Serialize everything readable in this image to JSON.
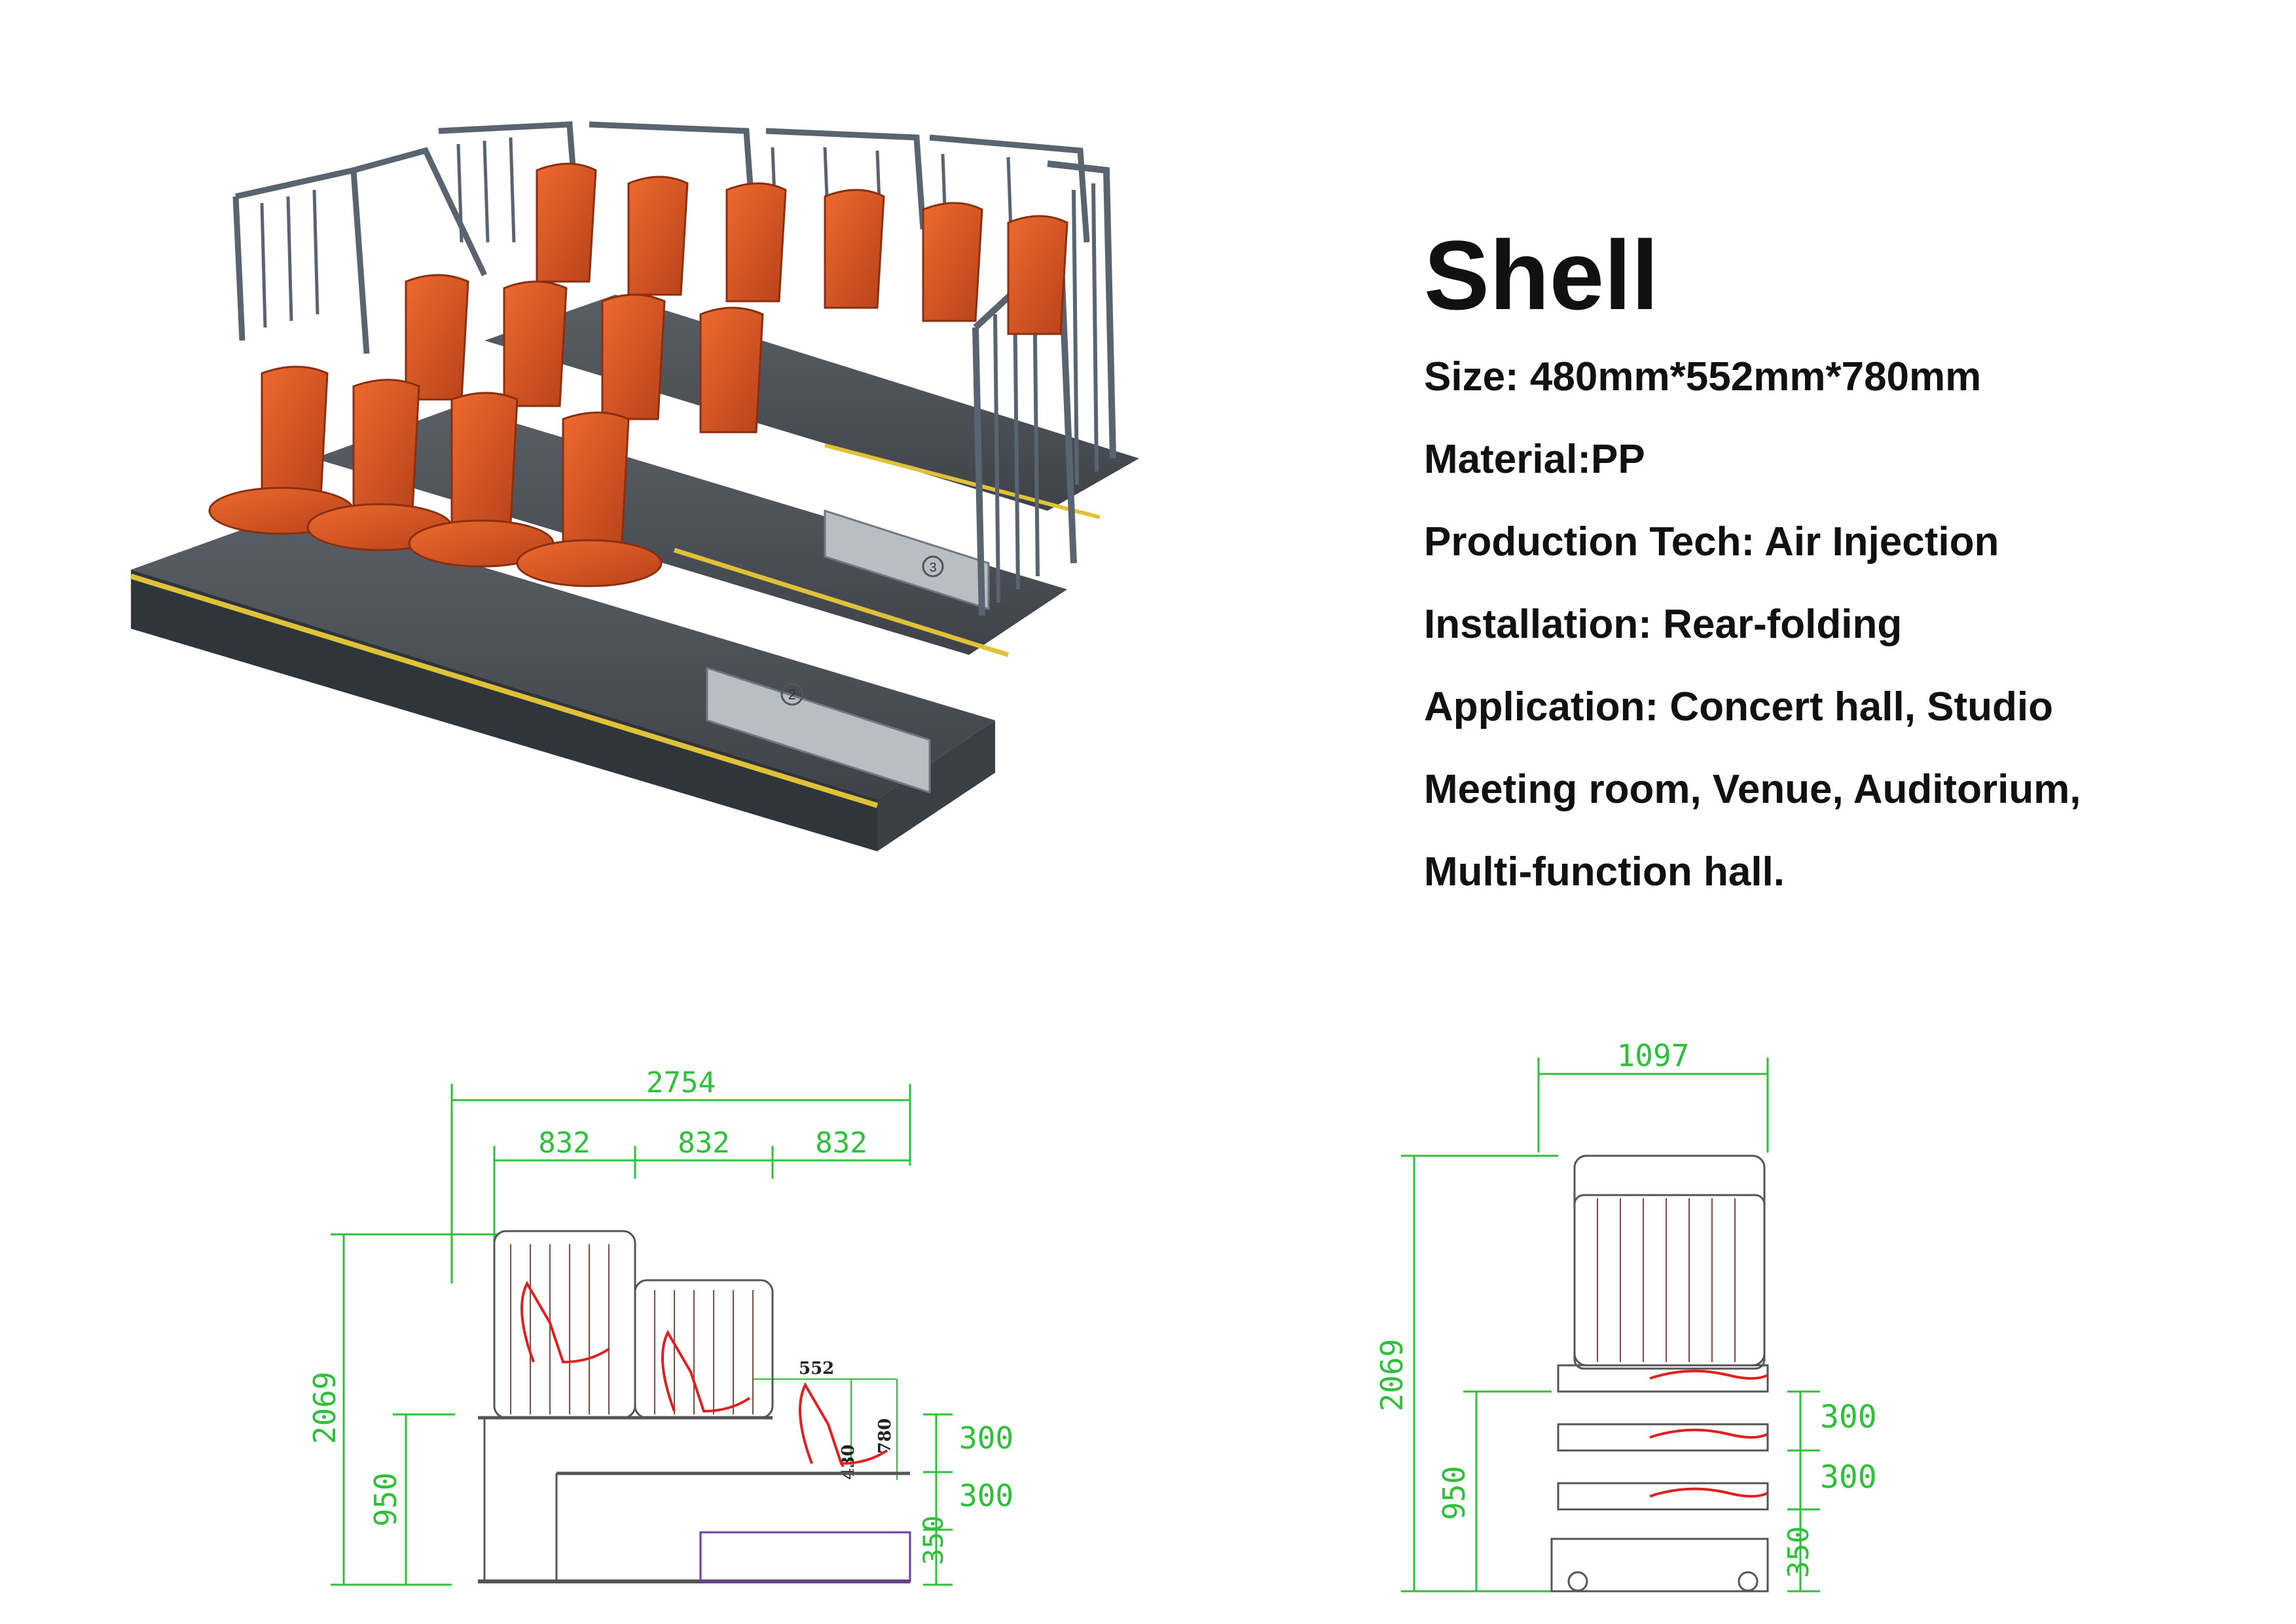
{
  "product": {
    "title": "Shell",
    "lines": [
      "Size: 480mm*552mm*780mm",
      "Material:PP",
      "Production Tech: Air Injection",
      "Installation: Rear-folding",
      "Application: Concert hall, Studio",
      "Meeting room, Venue, Auditorium,",
      "Multi-function hall."
    ]
  },
  "render": {
    "seat_color": "#d9531e",
    "frame_color": "#5a6470",
    "deck_color": "#4d5258",
    "stripe_color": "#e0c238",
    "box_labels": [
      "2",
      "3"
    ]
  },
  "side_view": {
    "total_width": "2754",
    "bay_widths": [
      "832",
      "832",
      "832"
    ],
    "total_height": "2069",
    "rise_height": "950",
    "step_heights": [
      "300",
      "300",
      "350"
    ],
    "seat_depth": "552",
    "seat_height": "430",
    "back_height": "780"
  },
  "front_view": {
    "width": "1097",
    "total_height": "2069",
    "rise_height": "950",
    "step_heights": [
      "300",
      "300",
      "350"
    ]
  },
  "colors": {
    "dimension": "#2fbf3a",
    "seat_outline": "#e02020",
    "frame_outline": "#555555"
  }
}
